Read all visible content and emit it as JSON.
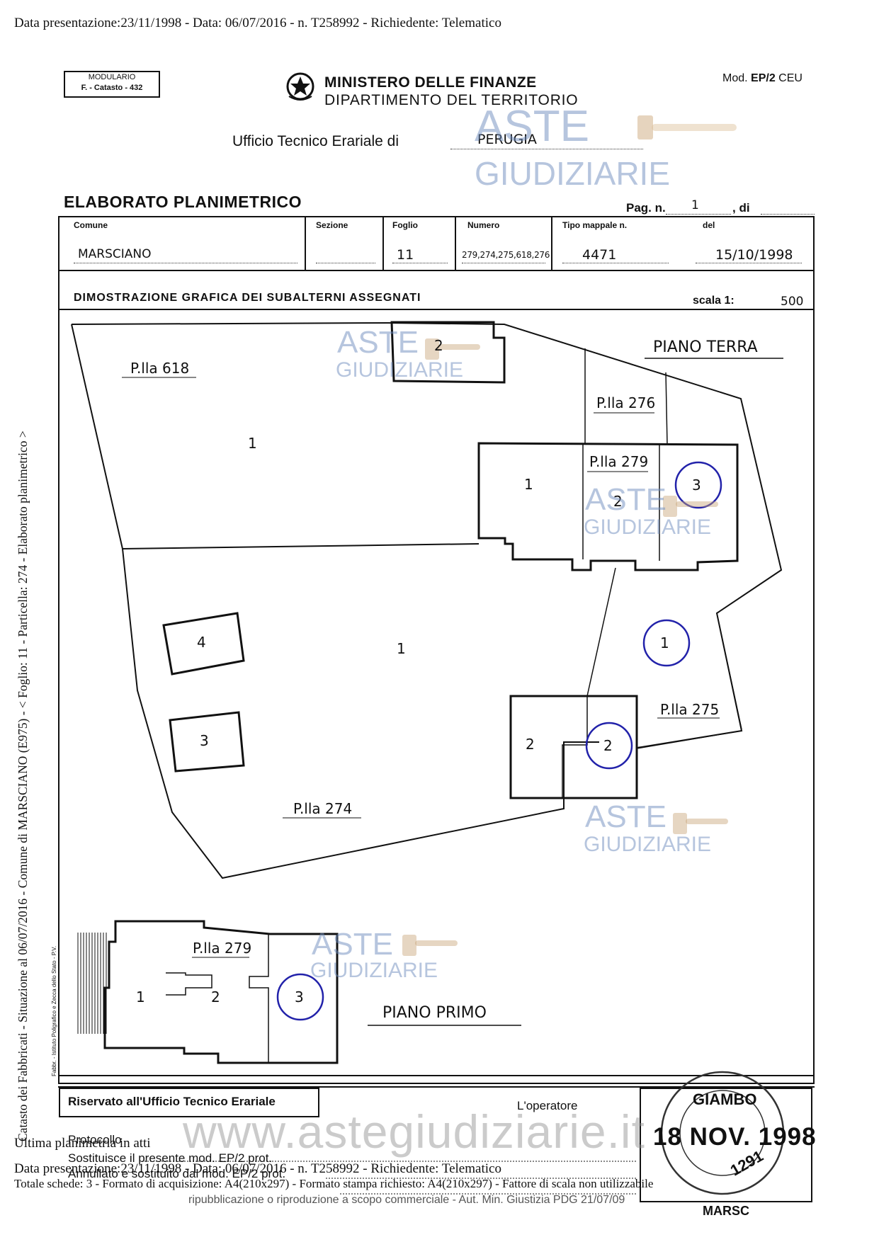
{
  "header_line": "Data presentazione:23/11/1998 - Data: 06/07/2016 - n. T258992 - Richiedente: Telematico",
  "modulario": {
    "line1": "MODULARIO",
    "line2": "F. - Catasto - 432"
  },
  "ministry": {
    "line1": "MINISTERO DELLE FINANZE",
    "line2": "DIPARTIMENTO DEL TERRITORIO",
    "emblem_icon": "republic-emblem-icon"
  },
  "model": {
    "prefix": "Mod.",
    "code": "EP/2",
    "suffix": "CEU"
  },
  "ufficio": {
    "label": "Ufficio Tecnico Erariale di",
    "value": "PERUGIA"
  },
  "title": "ELABORATO PLANIMETRICO",
  "page": {
    "label": "Pag. n.",
    "value": "1",
    "di_label": ", di"
  },
  "table": {
    "comune_label": "Comune",
    "comune_value": "MARSCIANO",
    "sezione_label": "Sezione",
    "sezione_value": "",
    "foglio_label": "Foglio",
    "foglio_value": "11",
    "numero_label": "Numero",
    "numero_value": "279,274,275,618,276",
    "tipo_label": "Tipo mappale n.",
    "tipo_value": "4471",
    "del_label": "del",
    "del_value": "15/10/1998"
  },
  "demo": {
    "label": "DIMOSTRAZIONE GRAFICA DEI SUBALTERNI ASSEGNATI",
    "scala_label": "scala 1:",
    "scala_value": "500"
  },
  "plan": {
    "piano_terra": "PIANO TERRA",
    "piano_primo": "PIANO PRIMO",
    "parcels": [
      "P.lla 618",
      "P.lla 276",
      "P.lla 279",
      "P.lla 275",
      "P.lla 274",
      "P.lla 279"
    ],
    "numbers": [
      "2",
      "1",
      "1",
      "2",
      "3",
      "1",
      "4",
      "1",
      "3",
      "2",
      "2",
      "1",
      "2",
      "3"
    ]
  },
  "bottom": {
    "riservato": "Riservato all'Ufficio Tecnico Erariale",
    "operatore": "L'operatore",
    "protocollo": "Protocollo",
    "sostituisce": "Sostituisce il presente mod. EP/2 prot.",
    "annullato": "Annullato e sostituito dal mod. EP/2 prot.",
    "stamp_date": "18 NOV. 1998",
    "stamp_text": "GIAMBO",
    "stamp_sub": "1291",
    "stamp_city": "MARSC"
  },
  "side_text": "Catasto dei Fabbricati - Situazione al 06/07/2016 - Comune di MARSCIANO (E975) - < Foglio: 11 - Particella: 274 - Elaborato planimetrico >",
  "side_small": "Fabbr. - Istituto Poligrafico e Zecca dello Stato - P.V.",
  "footer": {
    "line1": "Ultima planimetria in atti",
    "line2": "Data presentazione:23/11/1998 - Data: 06/07/2016 - n. T258992 - Richiedente: Telematico",
    "line3": "Totale schede: 3 - Formato di acquisizione: A4(210x297) - Formato stampa richiesto: A4(210x297) - Fattore di scala non utilizzabile",
    "line4": "ripubblicazione o riproduzione a scopo commerciale - Aut. Min. Giustizia PDG 21/07/09"
  },
  "watermark": {
    "aste": "ASTE",
    "giudiziarie": "GIUDIZIARIE",
    "url": "www.astegiudiziarie.it"
  }
}
